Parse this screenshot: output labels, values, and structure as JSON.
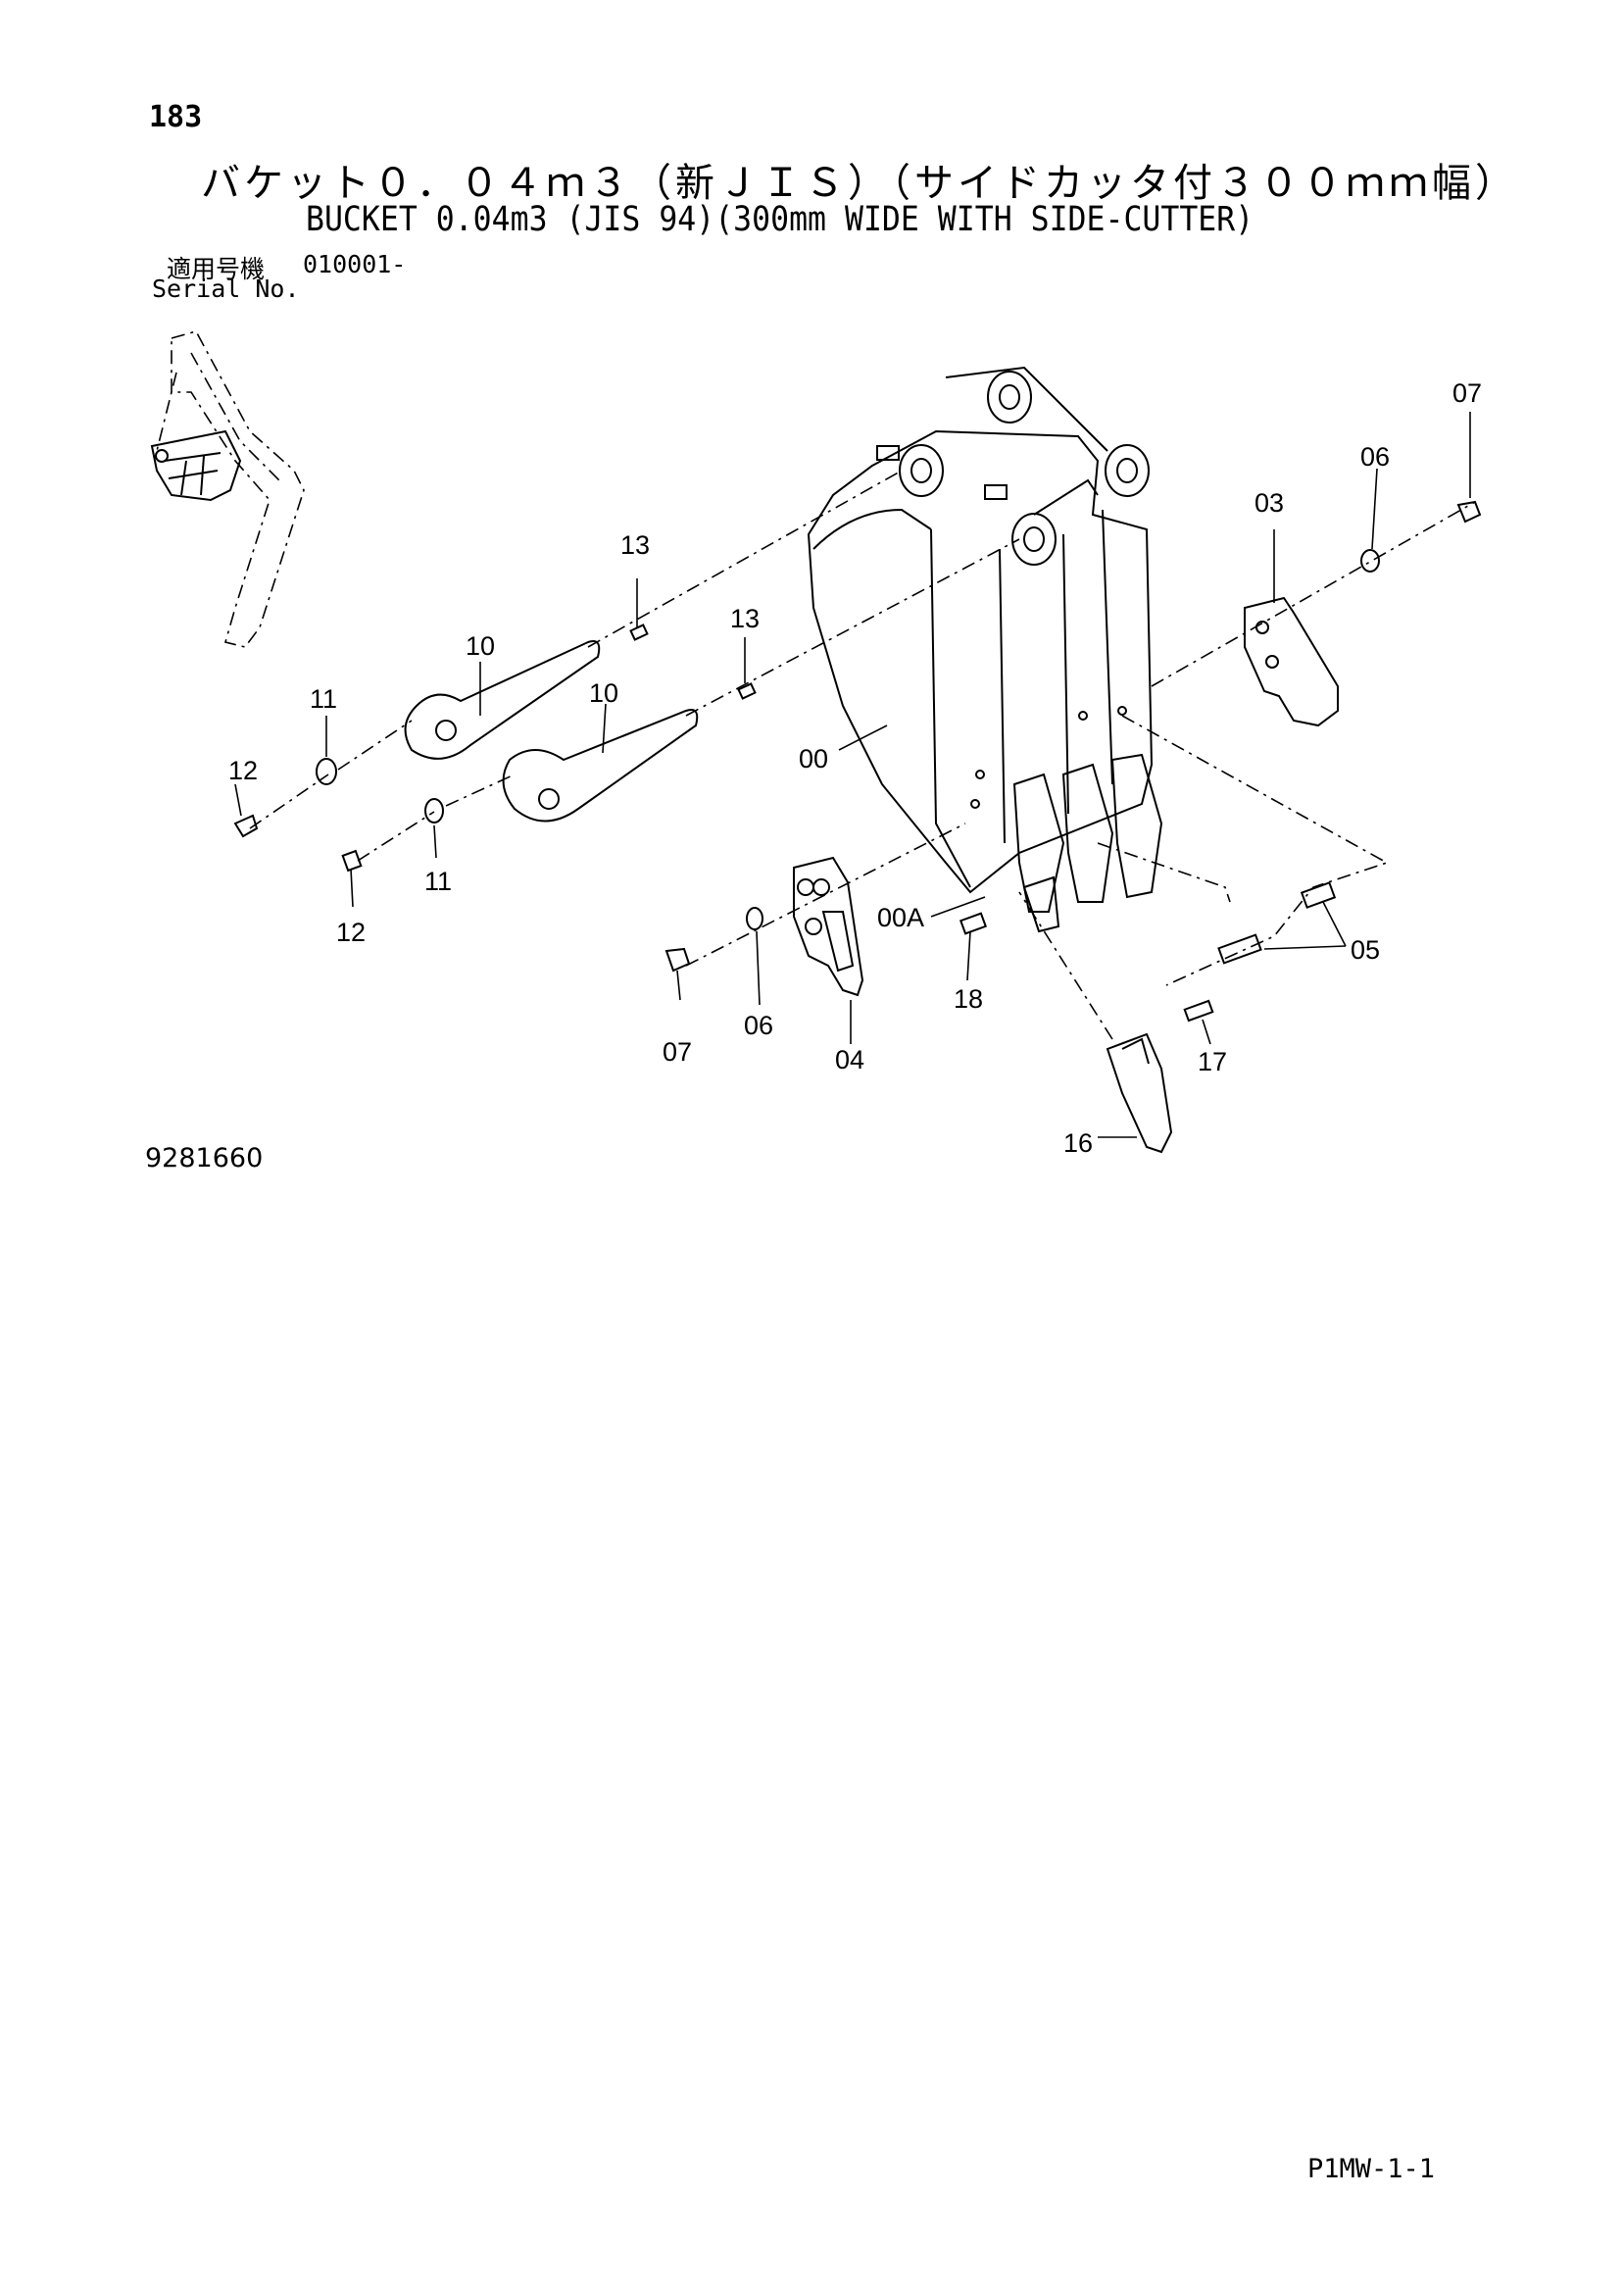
{
  "header": {
    "page_number": "183",
    "title_ja": "バケット０．０４ｍ３（新ＪＩＳ）（サイドカッタ付３００ｍｍ幅）",
    "title_en": "BUCKET 0.04m3 (JIS 94)(300mm WIDE WITH SIDE-CUTTER)",
    "serial_label_ja": "適用号機",
    "serial_label_en": "Serial No.",
    "serial_value": "010001-"
  },
  "diagram": {
    "callouts": {
      "c07_top": "07",
      "c06_top": "06",
      "c03": "03",
      "c13_a": "13",
      "c13_b": "13",
      "c10_a": "10",
      "c10_b": "10",
      "c11_a": "11",
      "c11_b": "11",
      "c12_a": "12",
      "c12_b": "12",
      "c00": "00",
      "c00A": "00A",
      "c05": "05",
      "c18": "18",
      "c07_bottom": "07",
      "c06_bottom": "06",
      "c04": "04",
      "c17": "17",
      "c16": "16"
    }
  },
  "footer": {
    "drawing_number": "9281660",
    "page_code": "P1MW-1-1"
  }
}
